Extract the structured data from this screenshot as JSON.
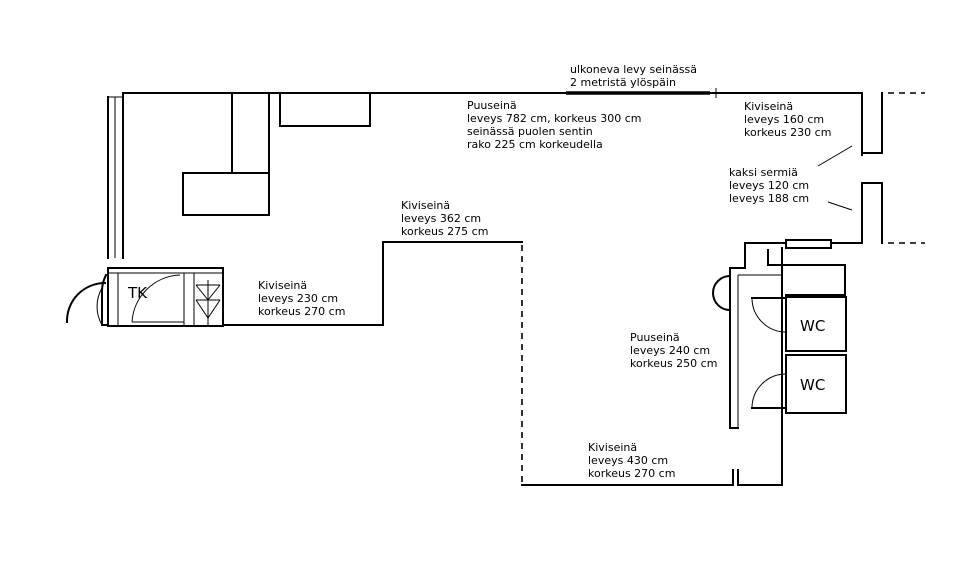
{
  "labels": {
    "top_note": [
      "ulkoneva levy seinässä",
      "2 metristä ylöspäin"
    ],
    "wall_top": [
      "Puuseinä",
      "leveys 782 cm, korkeus 300 cm",
      "seinässä puolen sentin",
      "rako 225 cm korkeudella"
    ],
    "wall_right_top": [
      "Kiviseinä",
      "leveys 160 cm",
      "korkeus 230 cm"
    ],
    "partitions": [
      "kaksi sermiä",
      "leveys 120 cm",
      "leveys 188 cm"
    ],
    "wall_mid": [
      "Kiviseinä",
      "leveys 362 cm",
      "korkeus 275 cm"
    ],
    "wall_left": [
      "Kiviseinä",
      "leveys 230 cm",
      "korkeus 270 cm"
    ],
    "wall_wood": [
      "Puuseinä",
      "leveys 240 cm",
      "korkeus 250 cm"
    ],
    "wall_bottom": [
      "Kiviseinä",
      "leveys 430 cm",
      "korkeus 270 cm"
    ],
    "room_tk": "TK",
    "room_wc1": "WC",
    "room_wc2": "WC"
  }
}
